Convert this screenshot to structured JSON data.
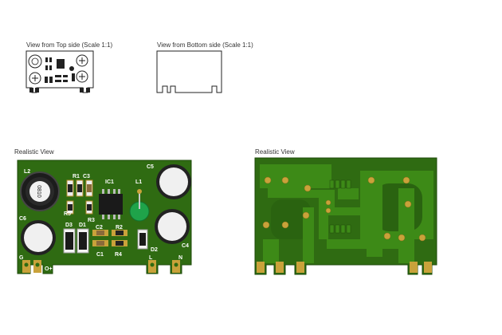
{
  "top_view": {
    "title": "View from Top side (Scale 1:1)"
  },
  "bottom_view": {
    "title": "View from Bottom side (Scale 1:1)"
  },
  "realistic_top": {
    "title": "Realistic View",
    "labels": {
      "L2": "L2",
      "R1": "R1",
      "C3": "C3",
      "IC1": "IC1",
      "C5": "C5",
      "L1": "L1",
      "R5": "R5",
      "R3": "R3",
      "C6": "C6",
      "C2": "C2",
      "R2": "R2",
      "D3": "D3",
      "D1": "D1",
      "C4": "C4",
      "D2": "D2",
      "C1": "C1",
      "R4": "R4",
      "G": "G",
      "O+": "O+",
      "L": "L",
      "N": "N",
      "inductor_marking": "0810"
    }
  },
  "realistic_bottom": {
    "title": "Realistic View"
  },
  "colors": {
    "pcb": "#2f6b12",
    "pcb_dark": "#244f0d",
    "trace": "#3d8a17",
    "pad": "#c9a23a",
    "silk": "#ffffff"
  }
}
